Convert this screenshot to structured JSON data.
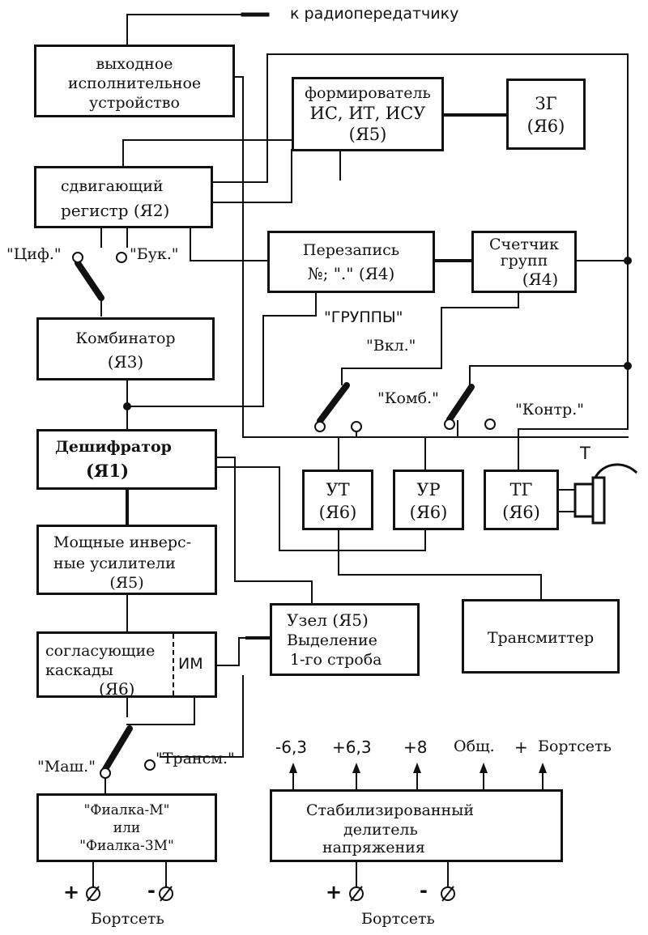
{
  "top_label": "к радиопередатчику",
  "blocks": {
    "output_device": [
      "выходное",
      "исполнительное",
      "устройство"
    ],
    "former": [
      "формирователь",
      "ИС, ИТ, ИСУ",
      "(Я5)"
    ],
    "zg": [
      "ЗГ",
      "(Я6)"
    ],
    "shift_register": [
      "сдвигающий",
      "регистр  (Я2)"
    ],
    "rewrite": [
      "Перезапись",
      "№; \".\"  (Я4)"
    ],
    "group_counter": [
      "Счетчик",
      "групп",
      "(Я4)"
    ],
    "combinator": [
      "Комбинатор",
      "(Я3)"
    ],
    "decoder": [
      "Дешифратор",
      "(Я1)"
    ],
    "ut": [
      "УТ",
      "(Я6)"
    ],
    "ur": [
      "УР",
      "(Я6)"
    ],
    "tg": [
      "ТГ",
      "(Я6)"
    ],
    "power_amps": [
      "Мощные инверс-",
      "ные усилители",
      "(Я5)"
    ],
    "strobe_node": [
      "Узел  (Я5)",
      "Выделение",
      "1-го строба"
    ],
    "transmitter": [
      "Трансмиттер"
    ],
    "matching": [
      "согласующие",
      "каскады",
      "(Я6)"
    ],
    "im": "ИМ",
    "fialka": [
      "\"Фиалка-М\"",
      "или",
      "\"Фиалка-3М\""
    ],
    "stabilizer": [
      "Стабилизированный",
      "делитель",
      "напряжения"
    ]
  },
  "switch_labels": {
    "cif": "\"Циф.\"",
    "buk": "\"Бук.\"",
    "groups": "\"ГРУППЫ\"",
    "vkl": "\"Вкл.\"",
    "komb": "\"Комб.\"",
    "kontr": "\"Контр.\"",
    "mash": "\"Маш.\"",
    "transm": "\"Трансм.\""
  },
  "t_label": "Т",
  "voltages": [
    "-6,3",
    "+6,3",
    "+8",
    "Общ.",
    "+",
    "Бортсеть"
  ],
  "fialka_terminals": {
    "plus": "+",
    "minus": "-",
    "label": "Бортсеть"
  },
  "stab_terminals": {
    "plus": "+",
    "minus": "-",
    "label": "Бортсеть"
  }
}
